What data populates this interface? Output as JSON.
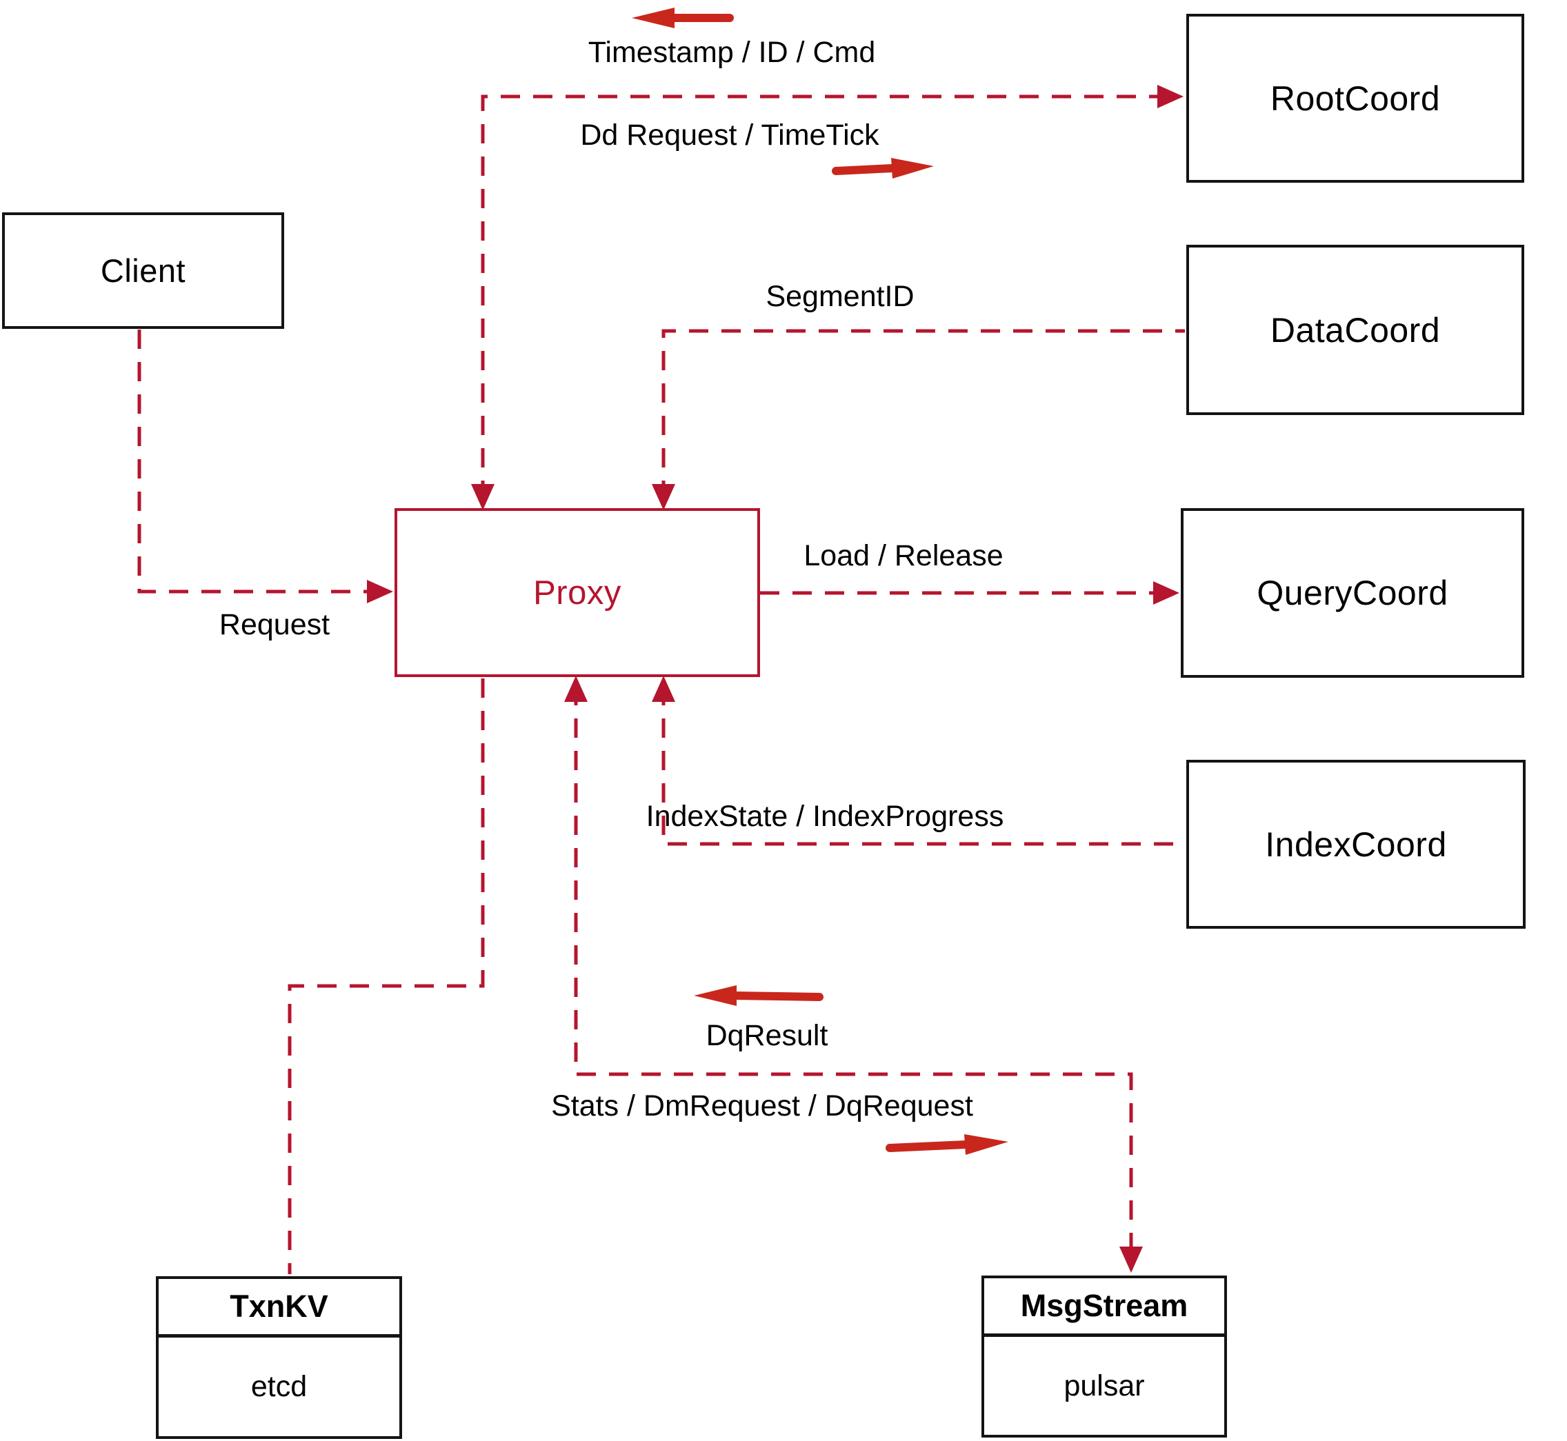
{
  "colors": {
    "line_crimson": "#b5152e",
    "arrow_red": "#c9271b",
    "box_border": "#141414",
    "text": "#000000",
    "background": "#ffffff"
  },
  "nodes": {
    "client": {
      "label": "Client"
    },
    "proxy": {
      "label": "Proxy"
    },
    "rootcoord": {
      "label": "RootCoord"
    },
    "datacoord": {
      "label": "DataCoord"
    },
    "querycoord": {
      "label": "QueryCoord"
    },
    "indexcoord": {
      "label": "IndexCoord"
    },
    "txnkv": {
      "title": "TxnKV",
      "subtitle": "etcd"
    },
    "msgstream": {
      "title": "MsgStream",
      "subtitle": "pulsar"
    }
  },
  "edge_labels": {
    "client_to_proxy": "Request",
    "rootcoord_to_proxy": "Timestamp / ID / Cmd",
    "proxy_to_rootcoord": "Dd Request / TimeTick",
    "datacoord_to_proxy": "SegmentID",
    "proxy_to_querycoord": "Load / Release",
    "indexcoord_to_proxy": "IndexState / IndexProgress",
    "msgstream_to_proxy": "DqResult",
    "proxy_to_msgstream": "Stats / DmRequest / DqRequest"
  }
}
